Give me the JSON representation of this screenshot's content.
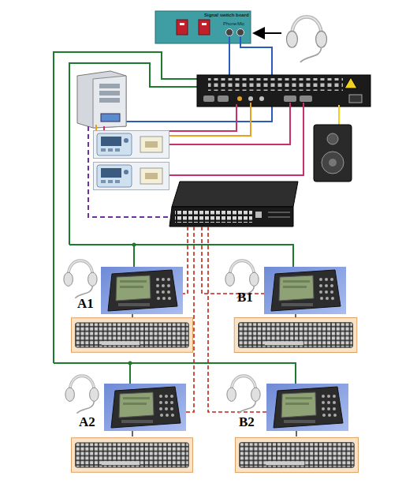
{
  "diagram": {
    "nodes": [
      {
        "text": [
          "Signal switch board"
        ]
      },
      {
        "text": [
          "A1"
        ]
      },
      {
        "text": [
          "B1"
        ]
      },
      {
        "text": [
          "A2"
        ]
      },
      {
        "text": [
          "B2"
        ]
      }
    ],
    "labels": [
      "Phone",
      "Mic"
    ]
  }
}
